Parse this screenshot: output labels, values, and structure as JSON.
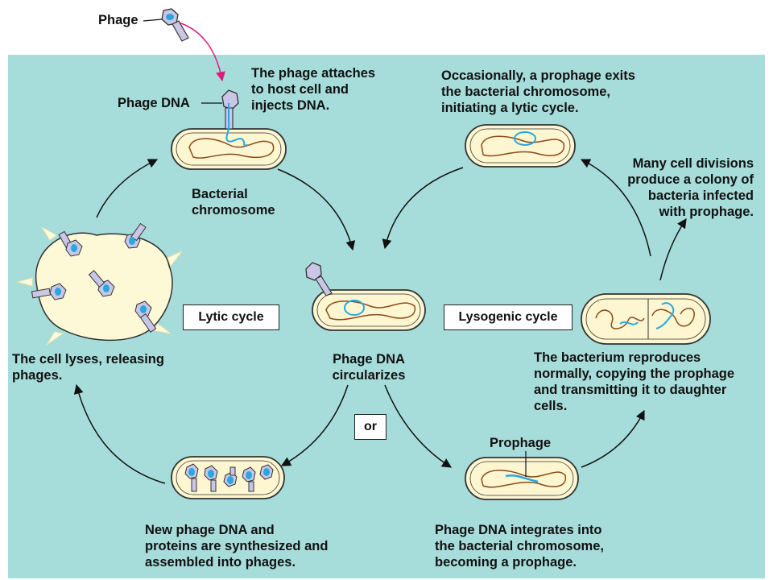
{
  "labels": {
    "phage": "Phage",
    "phage_dna": "Phage DNA",
    "attach": "The phage attaches\nto host cell and\ninjects DNA.",
    "bacterial_chromosome": "Bacterial\nchromosome",
    "exit": "Occasionally, a prophage exits\nthe bacterial chromosome,\ninitiating a lytic cycle.",
    "divisions": "Many cell divisions\nproduce a colony of\nbacteria infected\nwith prophage.",
    "lytic_cycle": "Lytic cycle",
    "lysogenic_cycle": "Lysogenic cycle",
    "circularizes": "Phage DNA\ncircularizes",
    "or": "or",
    "lyses": "The cell lyses, releasing\nphages.",
    "reproduces": "The bacterium reproduces\nnormally, copying the prophage\nand transmitting it to daughter\ncells.",
    "prophage": "Prophage",
    "synthesized": "New phage DNA and\nproteins are synthesized and\nassembled into phages.",
    "integrates": "Phage DNA integrates into\nthe bacterial chromosome,\nbecoming a prophage."
  },
  "colors": {
    "background": "#a6dcda",
    "cell_fill": "#fdf6d0",
    "chromosome": "#8a4b1a",
    "phage_dna": "#29a8e0",
    "phage_head": "#c9c6e6",
    "attach_arrow": "#e0197c",
    "lysed_cell": "#fdf8d6"
  }
}
